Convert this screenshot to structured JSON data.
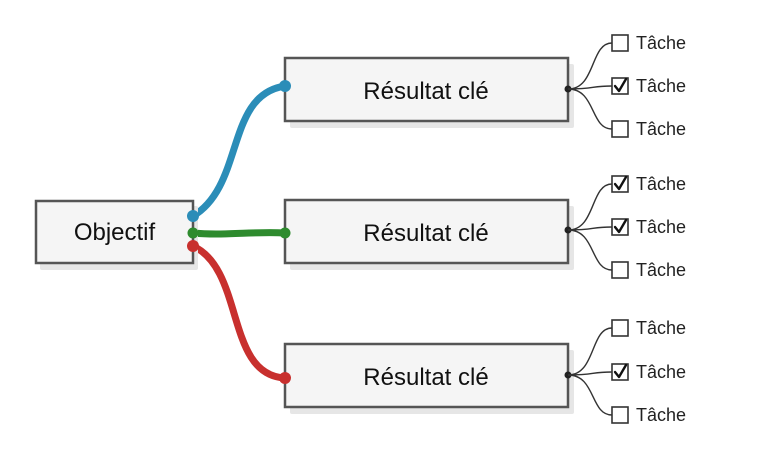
{
  "objective": {
    "label": "Objectif"
  },
  "key_results": [
    {
      "label": "Résultat clé",
      "color": "#2b8db8",
      "tasks": [
        {
          "label": "Tâche",
          "checked": false
        },
        {
          "label": "Tâche",
          "checked": true
        },
        {
          "label": "Tâche",
          "checked": false
        }
      ]
    },
    {
      "label": "Résultat clé",
      "color": "#2e8b2e",
      "tasks": [
        {
          "label": "Tâche",
          "checked": true
        },
        {
          "label": "Tâche",
          "checked": true
        },
        {
          "label": "Tâche",
          "checked": false
        }
      ]
    },
    {
      "label": "Résultat clé",
      "color": "#c8302e",
      "tasks": [
        {
          "label": "Tâche",
          "checked": false
        },
        {
          "label": "Tâche",
          "checked": true
        },
        {
          "label": "Tâche",
          "checked": false
        }
      ]
    }
  ]
}
